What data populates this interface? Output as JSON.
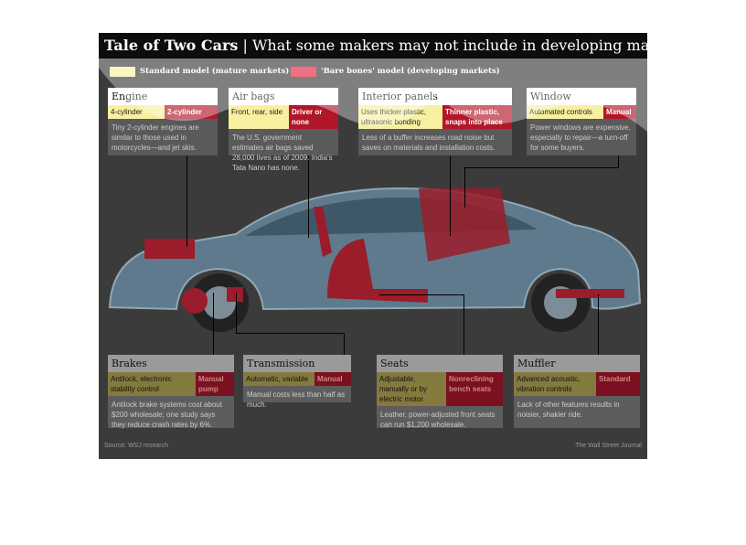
{
  "title": {
    "main": "Tale of Two Cars",
    "separator": " | ",
    "subtitle": "What some makers may not include in developing markets"
  },
  "legend": {
    "standard": "Standard model (mature markets)",
    "bare": "'Bare bones' model (developing markets)",
    "standard_color": "#f7f0a0",
    "bare_color": "#e8223c"
  },
  "top": [
    {
      "name": "Engine",
      "standard": "4-cylinder",
      "bare": "2-cylinder",
      "desc": "Tiny 2-cylinder engines are similar to those used in motorcycles—and jet skis."
    },
    {
      "name": "Air bags",
      "standard": "Front, rear, side",
      "bare": "Driver or none",
      "desc": "The U.S. government estimates air bags saved 28,000 lives as of 2009. India's Tata Nano has none."
    },
    {
      "name": "Interior panels",
      "standard": "Uses thicker plastic, ultrasonic bonding",
      "bare": "Thinner plastic, snaps into place",
      "desc": "Less of a buffer increases road noise but saves on materials and installation costs."
    },
    {
      "name": "Window",
      "standard": "Automated controls",
      "bare": "Manual",
      "desc": "Power windows are expensive, especially to repair—a turn-off for some buyers."
    }
  ],
  "bottom": [
    {
      "name": "Brakes",
      "standard": "Antilock, electronic stability control",
      "bare": "Manual pump",
      "desc": "Antilock brake systems cost about $200 wholesale; one study says they reduce crash rates by 6%."
    },
    {
      "name": "Transmission",
      "standard": "Automatic, variable",
      "bare": "Manual",
      "desc": "Manual costs less than half as much."
    },
    {
      "name": "Seats",
      "standard": "Adjustable, manually or by electric motor",
      "bare": "Nonreclining bench seats",
      "desc": "Leather, power-adjusted front seats can run $1,200 wholesale."
    },
    {
      "name": "Muffler",
      "standard": "Advanced acoustic, vibration controls",
      "bare": "Standard",
      "desc": "Lack of other features results in noisier, shakier ride."
    }
  ],
  "footer": {
    "source": "Source: WSJ research",
    "credit": "The Wall Street Journal"
  }
}
